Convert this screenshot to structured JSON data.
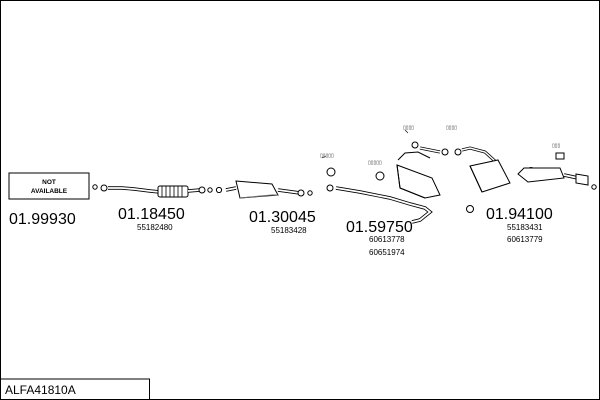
{
  "diagram_code": "ALFA41810A",
  "placeholder": {
    "line1": "NOT",
    "line2": "AVAILABLE"
  },
  "parts": [
    {
      "number": "01.99930",
      "refs": []
    },
    {
      "number": "01.18450",
      "refs": [
        "55182480"
      ]
    },
    {
      "number": "01.30045",
      "refs": [
        "55183428"
      ]
    },
    {
      "number": "01.59750",
      "refs": [
        "60613778",
        "60651974"
      ]
    },
    {
      "number": "01.94100",
      "refs": [
        "55183431",
        "60613779"
      ]
    }
  ],
  "colors": {
    "stroke": "#000000",
    "fill": "#ffffff",
    "shade": "#666666"
  }
}
